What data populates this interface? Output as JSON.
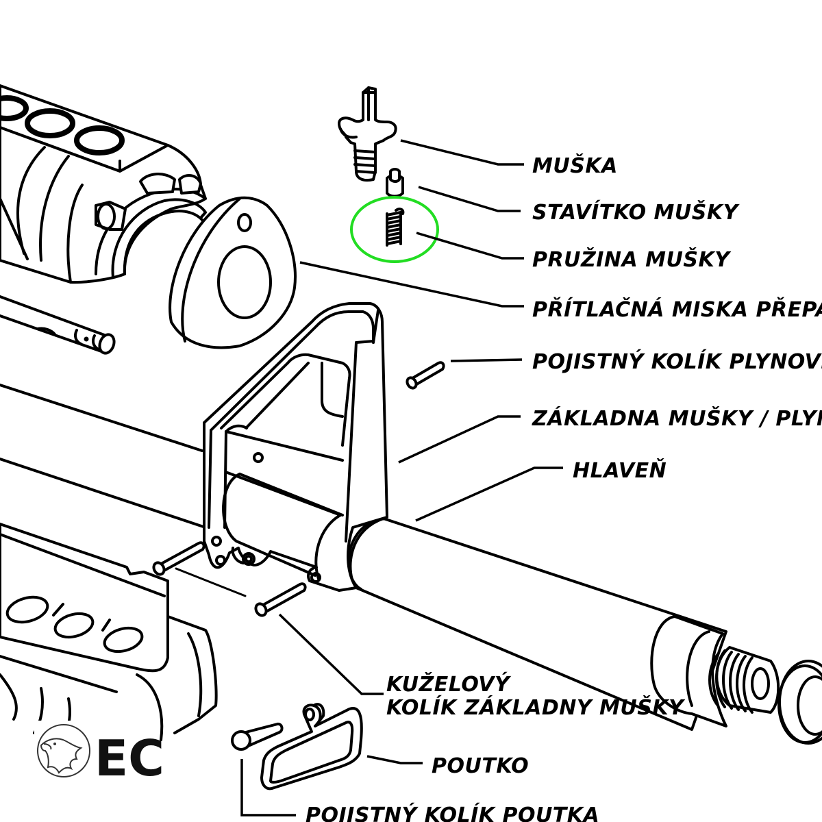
{
  "diagram": {
    "type": "exploded-parts-diagram",
    "subject": "front sight assembly / barrel",
    "highlight_color": "#22dd22",
    "highlighted_part": "spring",
    "labels": [
      {
        "id": "muska",
        "text": "MUŠKA"
      },
      {
        "id": "stavitko",
        "text": "STAVÍTKO MUŠKY"
      },
      {
        "id": "pruzina",
        "text": "PRUŽINA MUŠKY"
      },
      {
        "id": "pritlacna",
        "text": "PŘÍTLAČNÁ MISKA PŘEPAŽBÍ"
      },
      {
        "id": "pojistny-plyn",
        "text": "POJISTNÝ KOLÍK PLYNOVRATNÉ TRUBICE"
      },
      {
        "id": "zakladna",
        "text": "ZÁKLADNA MUŠKY / PLYNOVÝ BLOK"
      },
      {
        "id": "hlaven",
        "text": "HLAVEŇ"
      },
      {
        "id": "kuzelovy-1",
        "text": "KUŽELOVÝ"
      },
      {
        "id": "kuzelovy-2",
        "text": "KOLÍK ZÁKLADNY MUŠKY"
      },
      {
        "id": "poutko",
        "text": "POUTKO"
      },
      {
        "id": "pojistny-poutka",
        "text": "POJISTNÝ KOLÍK POUTKA"
      }
    ]
  },
  "logos": {
    "eagle": "eagle-emblem",
    "ce_mark": "EC"
  }
}
